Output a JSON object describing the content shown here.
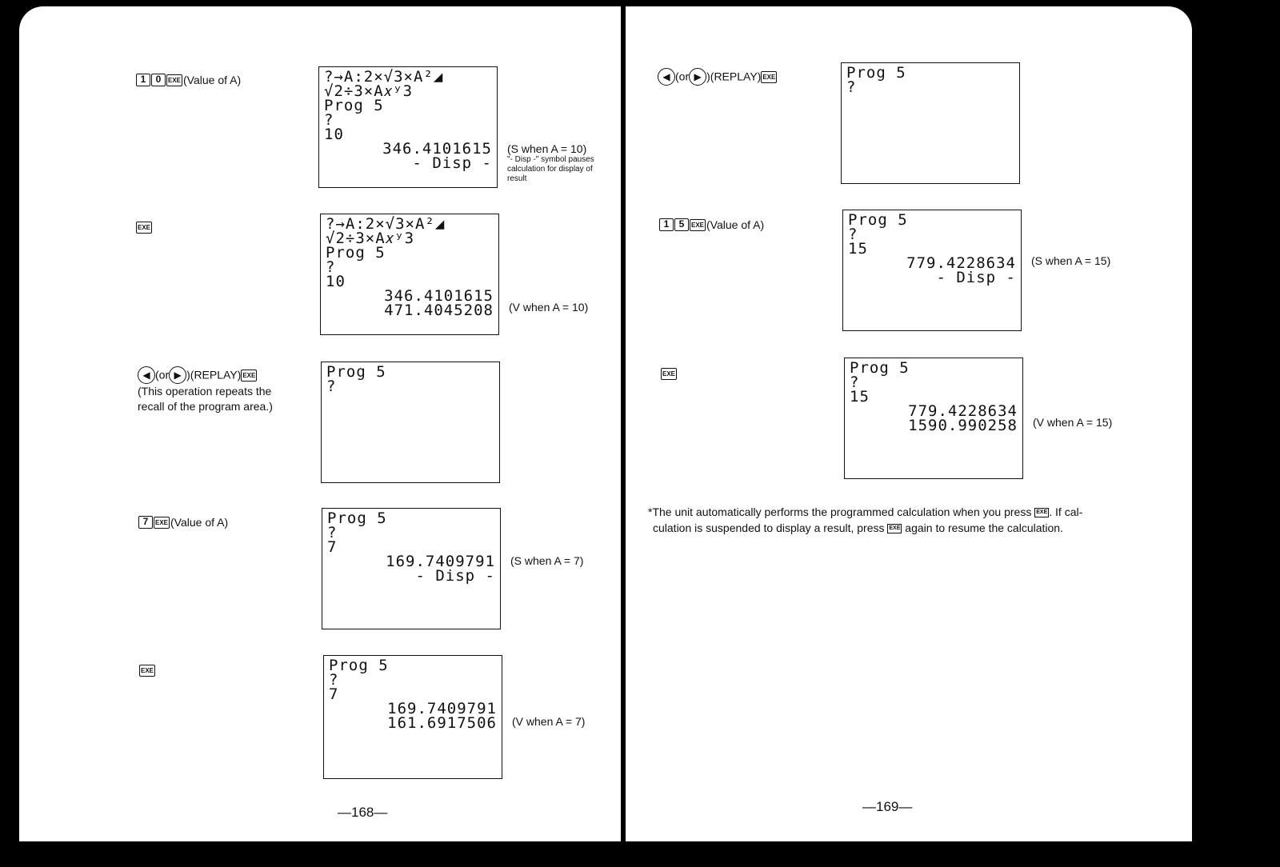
{
  "left_page": {
    "steps": [
      {
        "keys": [
          "1",
          "0",
          "EXE"
        ],
        "desc": "(Value of A)",
        "screen": [
          "?→A:2×√3×A²◢",
          "√2÷3×A𝑥ʸ3",
          "Prog 5",
          "?",
          "10",
          "346.4101615",
          "- Disp -"
        ],
        "note": "(S when A = 10)",
        "note_sub": "\"- Disp -\" symbol pauses calculation for display of result"
      },
      {
        "keys": [
          "EXE"
        ],
        "desc": "",
        "screen": [
          "?→A:2×√3×A²◢",
          "√2÷3×A𝑥ʸ3",
          "Prog 5",
          "?",
          "10",
          "346.4101615",
          "471.4045208"
        ],
        "note": "(V when A = 10)"
      },
      {
        "arrow_left": "◀",
        "or_text": "(or",
        "arrow_right": "▶",
        "replay_text": ")(REPLAY)",
        "keys": [
          "EXE"
        ],
        "desc_line1": "(This operation repeats the",
        "desc_line2": "recall of the program area.)",
        "screen": [
          "Prog 5",
          "?"
        ]
      },
      {
        "keys": [
          "7",
          "EXE"
        ],
        "desc": "(Value of A)",
        "screen": [
          "Prog 5",
          "?",
          "7",
          "169.7409791",
          "- Disp -"
        ],
        "note": "(S when A = 7)"
      },
      {
        "keys": [
          "EXE"
        ],
        "desc": "",
        "screen": [
          "Prog 5",
          "?",
          "7",
          "169.7409791",
          "161.6917506"
        ],
        "note": "(V when A = 7)"
      }
    ],
    "page_number": "—168—"
  },
  "right_page": {
    "steps": [
      {
        "arrow_left": "◀",
        "or_text": "(or",
        "arrow_right": "▶",
        "replay_text": ")(REPLAY)",
        "keys": [
          "EXE"
        ],
        "screen": [
          "Prog 5",
          "?"
        ]
      },
      {
        "keys": [
          "1",
          "5",
          "EXE"
        ],
        "desc": "(Value of A)",
        "screen": [
          "Prog 5",
          "?",
          "15",
          "779.4228634",
          "- Disp -"
        ],
        "note": "(S when A = 15)"
      },
      {
        "keys": [
          "EXE"
        ],
        "desc": "",
        "screen": [
          "Prog 5",
          "?",
          "15",
          "779.4228634",
          "1590.990258"
        ],
        "note": "(V when A = 15)"
      }
    ],
    "footnote": {
      "part1": "*The unit automatically performs the programmed calculation when you press",
      "part2": ". If cal-",
      "part3": "culation is suspended to display a result, press",
      "part4": "again to resume the calculation.",
      "key": "EXE"
    },
    "page_number": "—169—"
  }
}
